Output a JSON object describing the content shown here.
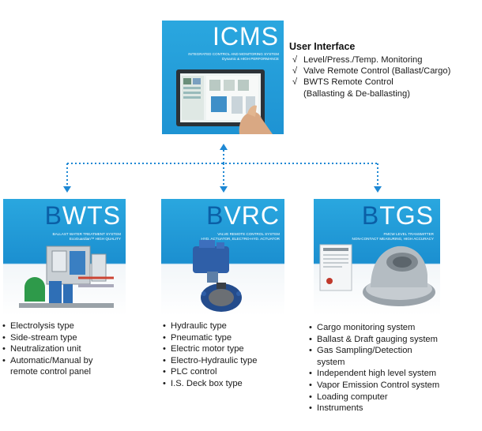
{
  "icms": {
    "title": "ICMS",
    "subtitle_line1": "INTEGRATED CONTROL AND MONITORING SYSTEM",
    "subtitle_line2": "Dynamic & HIGH PERFORMANCE"
  },
  "user_interface": {
    "heading": "User Interface",
    "check_mark": "√",
    "items": [
      {
        "text": "Level/Press./Temp. Monitoring"
      },
      {
        "text": "Valve Remote Control (Ballast/Cargo)"
      },
      {
        "text": "BWTS Remote Control"
      },
      {
        "text": "(Ballasting & De-ballasting)"
      }
    ]
  },
  "bwts": {
    "first_letter": "B",
    "rest": "WTS",
    "subtitle_line1": "BALLAST WATER TREATMENT SYSTEM",
    "subtitle_line2": "EcoGuardian™ HIGH QUALITY",
    "items": [
      {
        "text": "Electrolysis type"
      },
      {
        "text": "Side-stream type"
      },
      {
        "text": "Neutralization unit"
      },
      {
        "text": "Automatic/Manual by"
      },
      {
        "text": "remote control panel"
      }
    ]
  },
  "bvrc": {
    "first_letter": "B",
    "rest": "VRC",
    "subtitle_line1": "VALVE REMOTE CONTROL SYSTEM",
    "subtitle_line2": "HYD. ACTUATOR, ELECTRO-HYD. ACTUATOR",
    "items": [
      {
        "text": "Hydraulic type"
      },
      {
        "text": "Pneumatic type"
      },
      {
        "text": "Electric motor type"
      },
      {
        "text": "Electro-Hydraulic type"
      },
      {
        "text": "PLC control"
      },
      {
        "text": "I.S. Deck box type"
      }
    ]
  },
  "btgs": {
    "first_letter": "B",
    "rest": "TGS",
    "subtitle_line1": "FMCW LEVEL TRANSMITTER",
    "subtitle_line2": "NON-CONTACT MEASURING, HIGH ACCURACY",
    "items": [
      {
        "text": "Cargo monitoring system"
      },
      {
        "text": "Ballast & Draft gauging system"
      },
      {
        "text": "Gas Sampling/Detection"
      },
      {
        "text": "system"
      },
      {
        "text": "Independent high level system"
      },
      {
        "text": "Vapor Emission Control system"
      },
      {
        "text": "Loading computer"
      },
      {
        "text": "Instruments"
      }
    ]
  },
  "colors": {
    "panel_blue": "#1f98d6",
    "letter_dark_blue": "#0b5fa6",
    "connector_blue": "#1e88d4"
  }
}
